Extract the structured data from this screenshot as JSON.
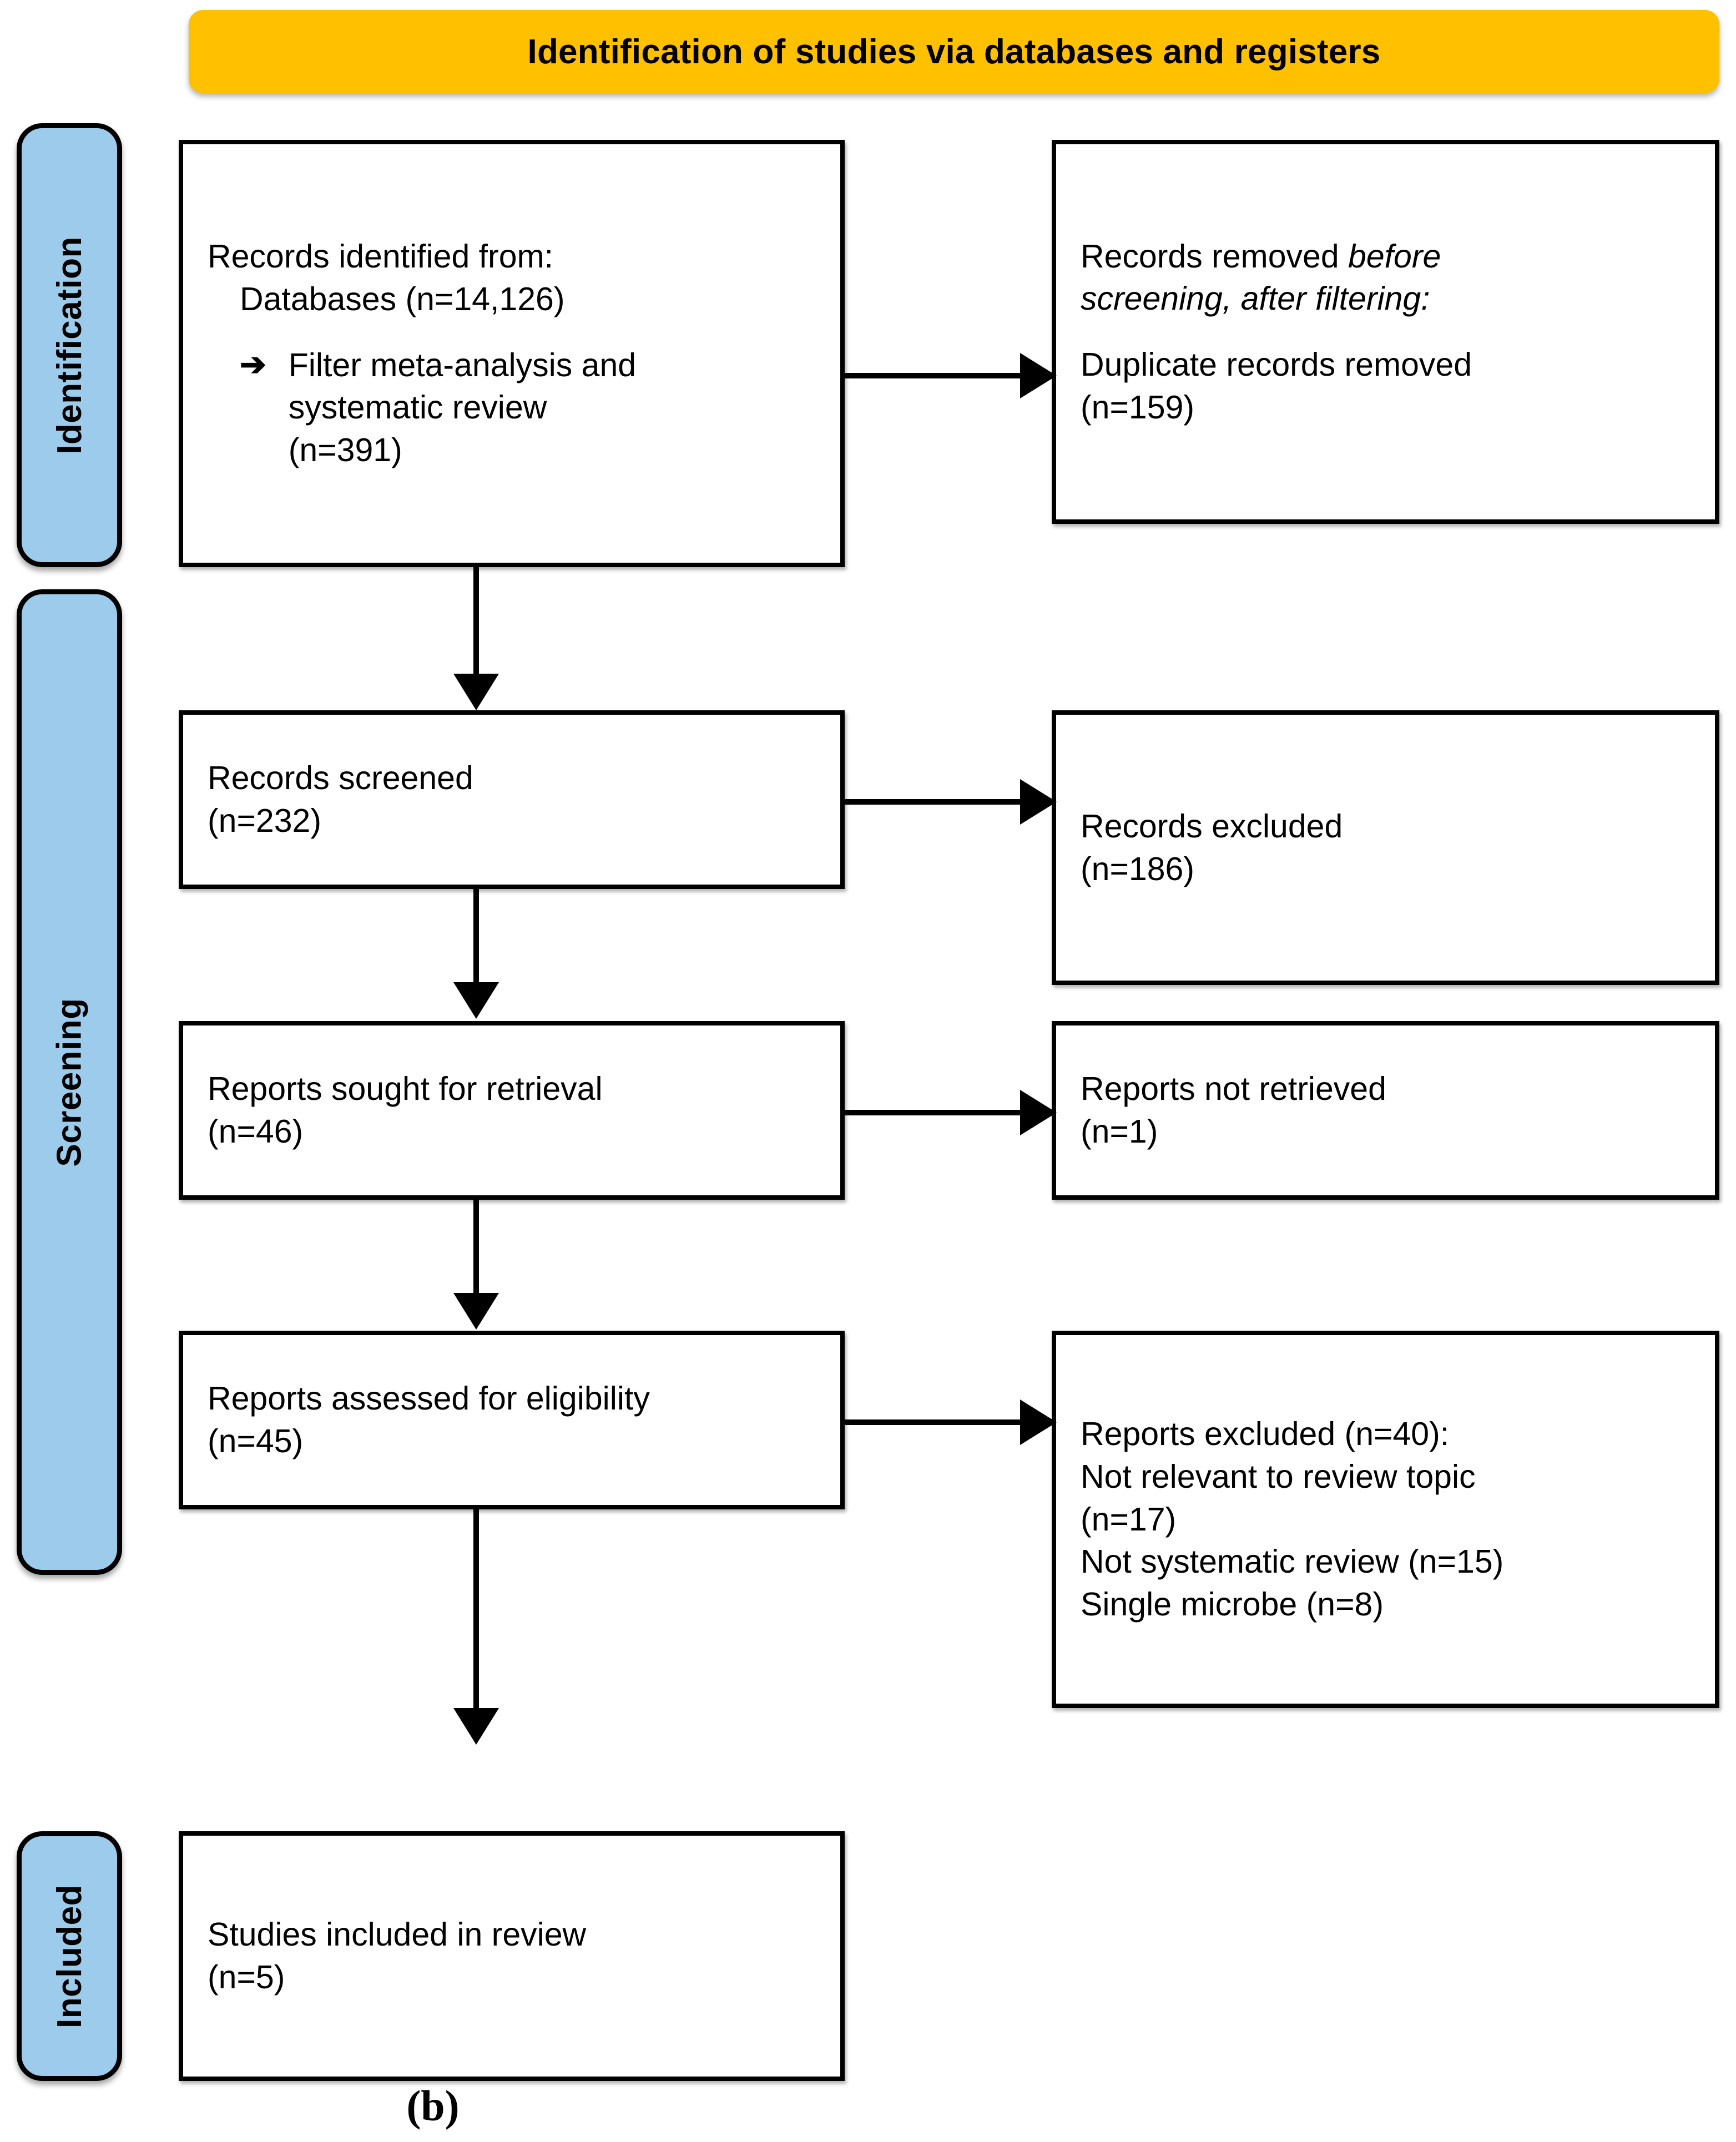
{
  "figure": {
    "caption": "(b)",
    "colors": {
      "banner": "#FFC000",
      "stage_bar": "#9DCBEB",
      "box_border": "#000000",
      "box_fill": "#FFFFFF",
      "text": "#000000"
    }
  },
  "banner": {
    "title": "Identification of studies via databases and registers"
  },
  "stages": [
    {
      "id": "identification",
      "label": "Identification"
    },
    {
      "id": "screening",
      "label": "Screening"
    },
    {
      "id": "included",
      "label": "Included"
    }
  ],
  "boxes": {
    "records_identified": {
      "title": "Records identified from:",
      "source": "Databases (n=14,126)",
      "bullet_icon": "right-arrow-bullet-icon",
      "bullet_glyph": "➔",
      "bullet_text_line1": "Filter meta-analysis and",
      "bullet_text_line2": "systematic review",
      "bullet_text_line3": "(n=391)"
    },
    "records_removed": {
      "line1_regular": "Records removed ",
      "line1_italic": "before",
      "line2_italic": "screening, after filtering:",
      "line3": "Duplicate records removed",
      "line4": "(n=159)"
    },
    "records_screened": {
      "line1": "Records screened",
      "line2": "(n=232)"
    },
    "records_excluded": {
      "line1": "Records excluded",
      "line2": "(n=186)"
    },
    "reports_sought": {
      "line1": "Reports sought for retrieval",
      "line2": "(n=46)"
    },
    "reports_not_retrieved": {
      "line1": "Reports not retrieved",
      "line2": "(n=1)"
    },
    "reports_assessed": {
      "line1": "Reports assessed for eligibility",
      "line2": "(n=45)"
    },
    "reports_excluded": {
      "line1": "Reports excluded (n=40):",
      "line2": "Not relevant to review topic",
      "line3": "(n=17)",
      "line4": "Not systematic review (n=15)",
      "line5": "Single microbe (n=8)"
    },
    "studies_included": {
      "line1": "Studies included in review",
      "line2": "(n=5)"
    }
  },
  "chart_data": {
    "type": "diagram",
    "title": "Identification of studies via databases and registers",
    "nodes": [
      {
        "stage": "Identification",
        "label": "Records identified from: Databases",
        "n": 14126
      },
      {
        "stage": "Identification",
        "label": "Filter meta-analysis and systematic review",
        "n": 391
      },
      {
        "stage": "Identification",
        "label": "Duplicate records removed",
        "n": 159
      },
      {
        "stage": "Screening",
        "label": "Records screened",
        "n": 232
      },
      {
        "stage": "Screening",
        "label": "Records excluded",
        "n": 186
      },
      {
        "stage": "Screening",
        "label": "Reports sought for retrieval",
        "n": 46
      },
      {
        "stage": "Screening",
        "label": "Reports not retrieved",
        "n": 1
      },
      {
        "stage": "Screening",
        "label": "Reports assessed for eligibility",
        "n": 45
      },
      {
        "stage": "Screening",
        "label": "Reports excluded",
        "n": 40
      },
      {
        "stage": "Screening",
        "label": "Not relevant to review topic",
        "n": 17
      },
      {
        "stage": "Screening",
        "label": "Not systematic review",
        "n": 15
      },
      {
        "stage": "Screening",
        "label": "Single microbe",
        "n": 8
      },
      {
        "stage": "Included",
        "label": "Studies included in review",
        "n": 5
      }
    ]
  }
}
